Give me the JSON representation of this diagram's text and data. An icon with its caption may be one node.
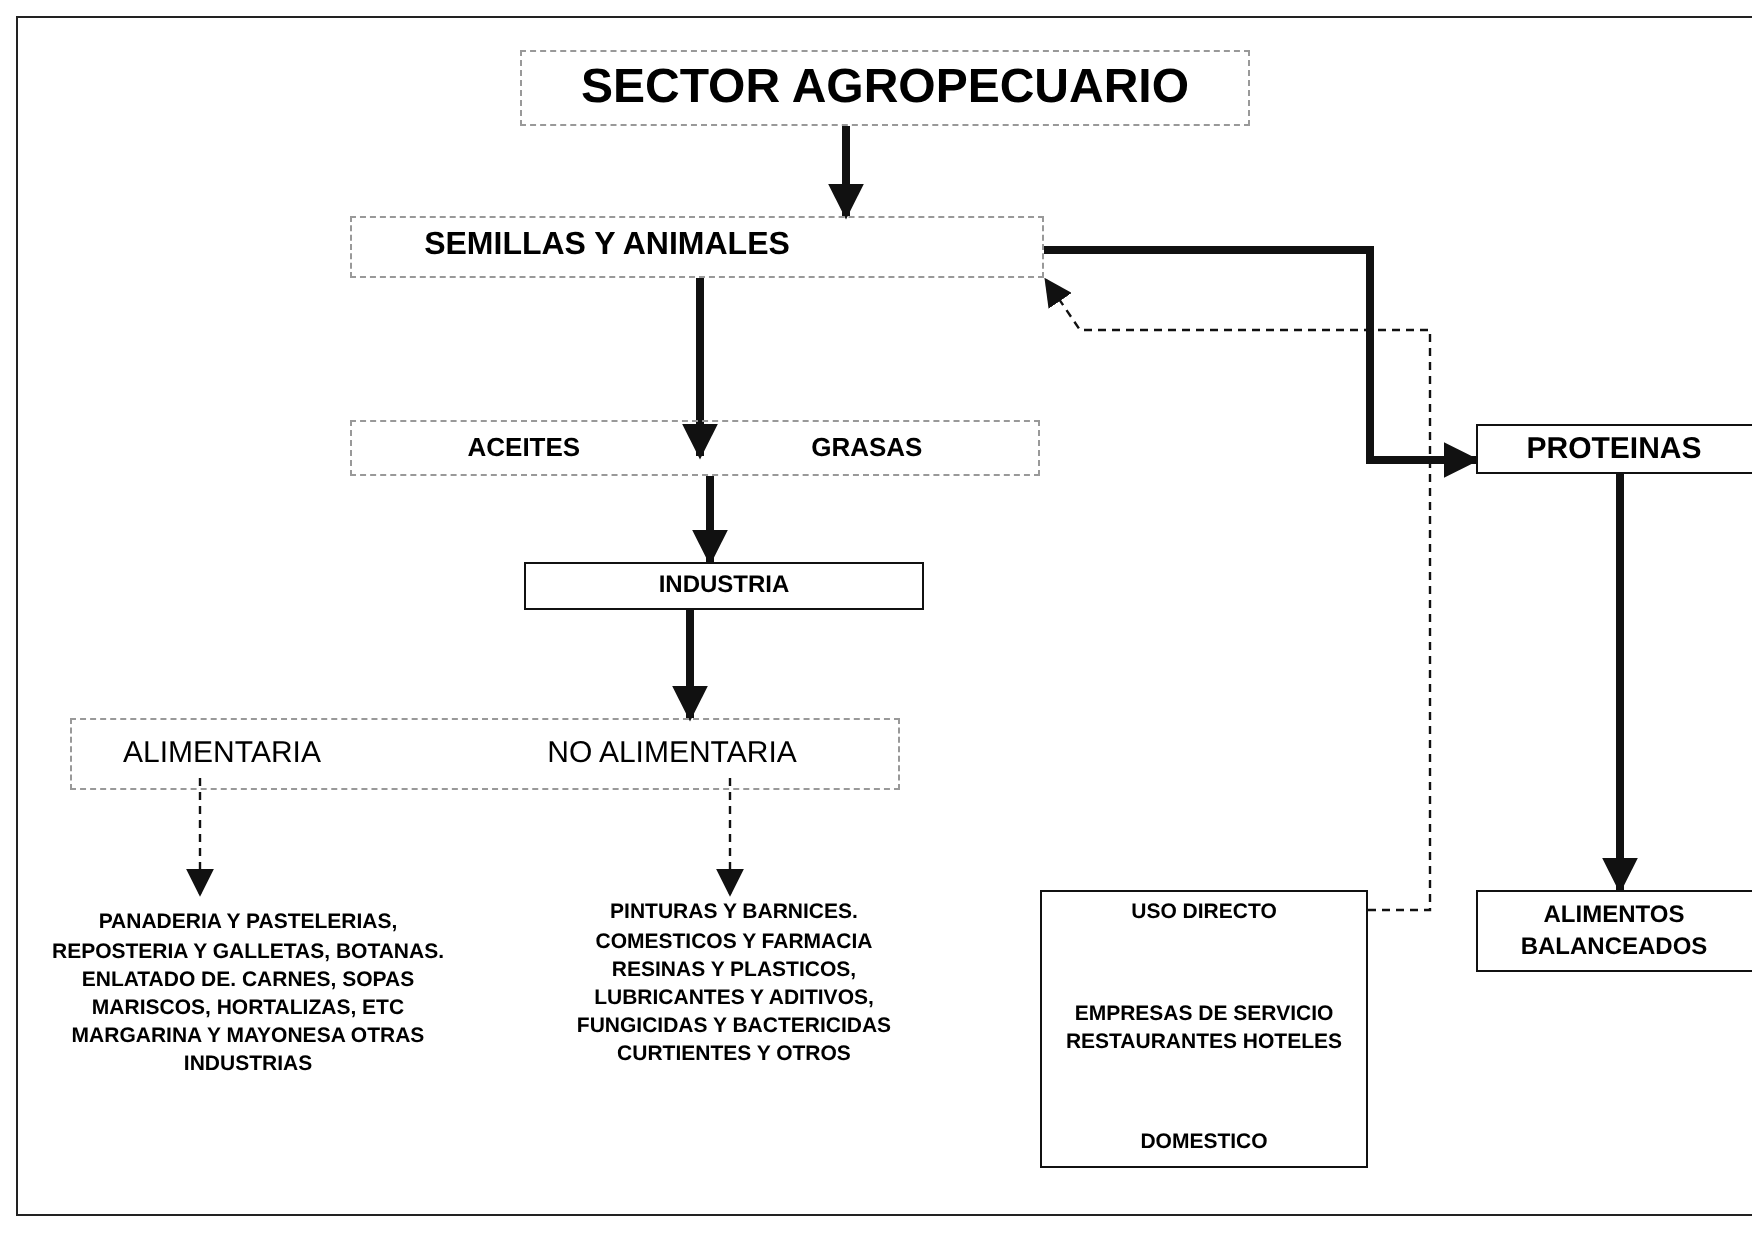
{
  "diagram": {
    "nodes": [
      {
        "text": [
          "SECTOR AGROPECUARIO"
        ]
      },
      {
        "text": [
          "SEMILLAS Y ANIMALES"
        ]
      },
      {
        "text": [
          "ACEITES",
          "GRASAS"
        ]
      },
      {
        "text": [
          "INDUSTRIA"
        ]
      },
      {
        "text": [],
        "shape": "box"
      },
      {
        "text": [
          "ALIMENTARIA"
        ],
        "in": 4
      },
      {
        "text": [
          "NO ALIMENTARIA"
        ],
        "in": 4
      },
      {
        "text": [
          "PANADERIA Y PASTELERIAS, REPOSTERIA Y GALLETAS, BOTANAS. ENLATADO DE. CARNES, SOPAS MARISCOS, HORTALIZAS, ETC MARGARINA Y MAYONESA OTRAS INDUSTRIAS"
        ]
      },
      {
        "text": [
          "PINTURAS Y BARNICES. COMESTICOS Y FARMACIA RESINAS Y PLASTICOS, LUBRICANTES Y ADITIVOS, FUNGICIDAS Y BACTERICIDAS CURTIENTES Y OTROS"
        ]
      },
      {
        "text": [
          "USO DIRECTO",
          "EMPRESAS DE SERVICIO RESTAURANTES HOTELES",
          "DOMESTICO"
        ]
      },
      {
        "text": [
          "PROTEINAS"
        ]
      },
      {
        "text": [
          "ALIMENTOS BALANCEADOS"
        ]
      }
    ],
    "edges": [
      {
        "from": 0,
        "to": 1,
        "arrow": "to"
      },
      {
        "from": 1,
        "to": 2,
        "arrow": "to"
      },
      {
        "from": 2,
        "to": 3,
        "arrow": "to"
      },
      {
        "from": 3,
        "to": 4,
        "arrow": "to"
      },
      {
        "from": 1,
        "to": 10,
        "arrow": "to"
      },
      {
        "from": 10,
        "to": 11,
        "arrow": "to"
      },
      {
        "from": 5,
        "to": 7,
        "arrow": "to",
        "style": "dashed"
      },
      {
        "from": 6,
        "to": 8,
        "arrow": "to",
        "style": "dashed"
      },
      {
        "from": 9,
        "to": 1,
        "arrow": "to",
        "style": "dashed"
      }
    ]
  }
}
